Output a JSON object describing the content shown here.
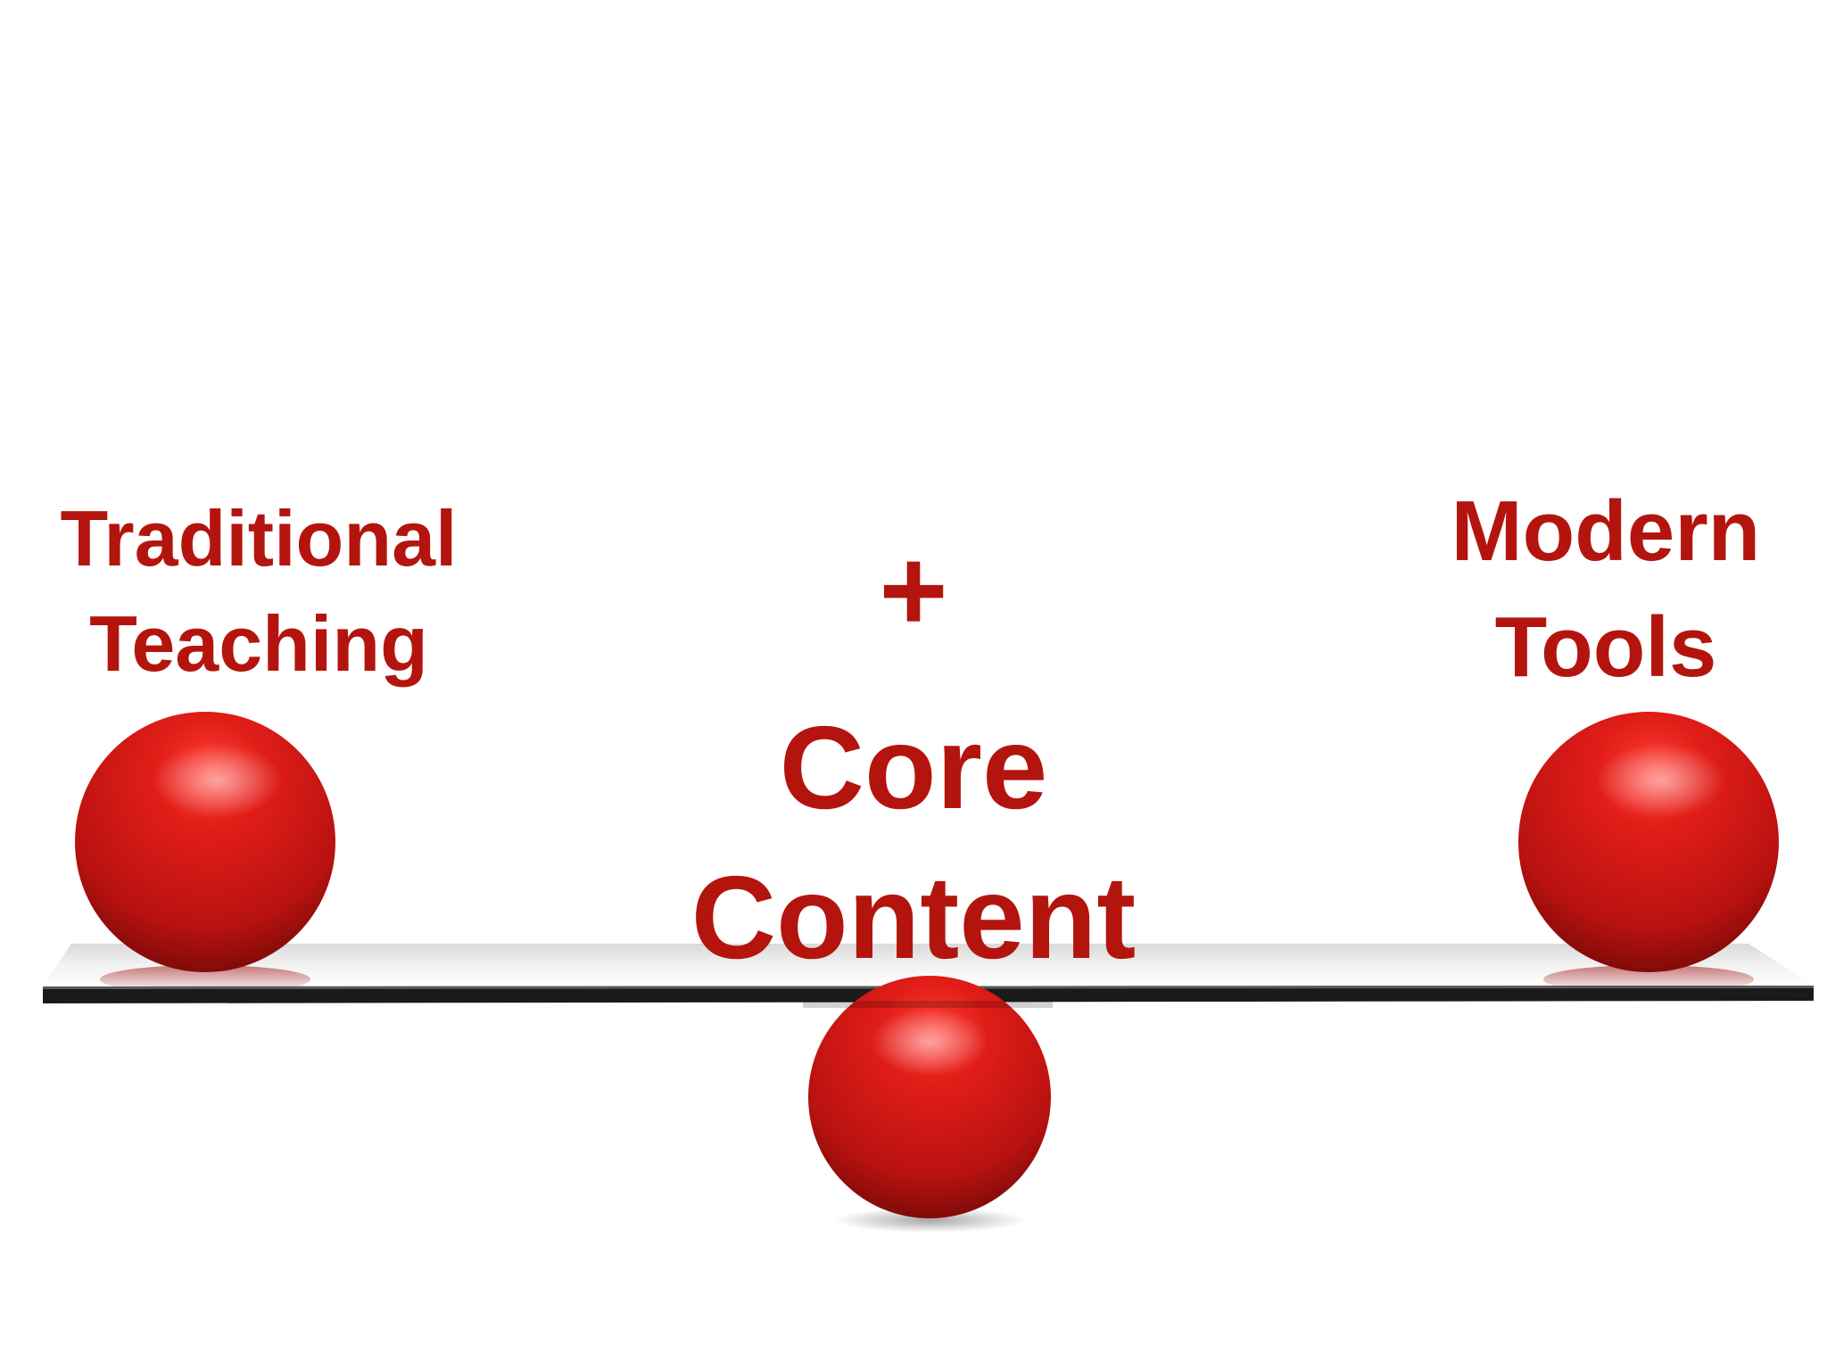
{
  "colors": {
    "accent": "#b3150e",
    "ball": "#d71a17",
    "board": "#1a1a1a",
    "background": "#ffffff"
  },
  "left_label": {
    "line1": "Traditional",
    "line2": "Teaching"
  },
  "right_label": {
    "line1": "Modern",
    "line2": "Tools"
  },
  "center": {
    "plus": "+",
    "line1": "Core",
    "line2": "Content"
  }
}
